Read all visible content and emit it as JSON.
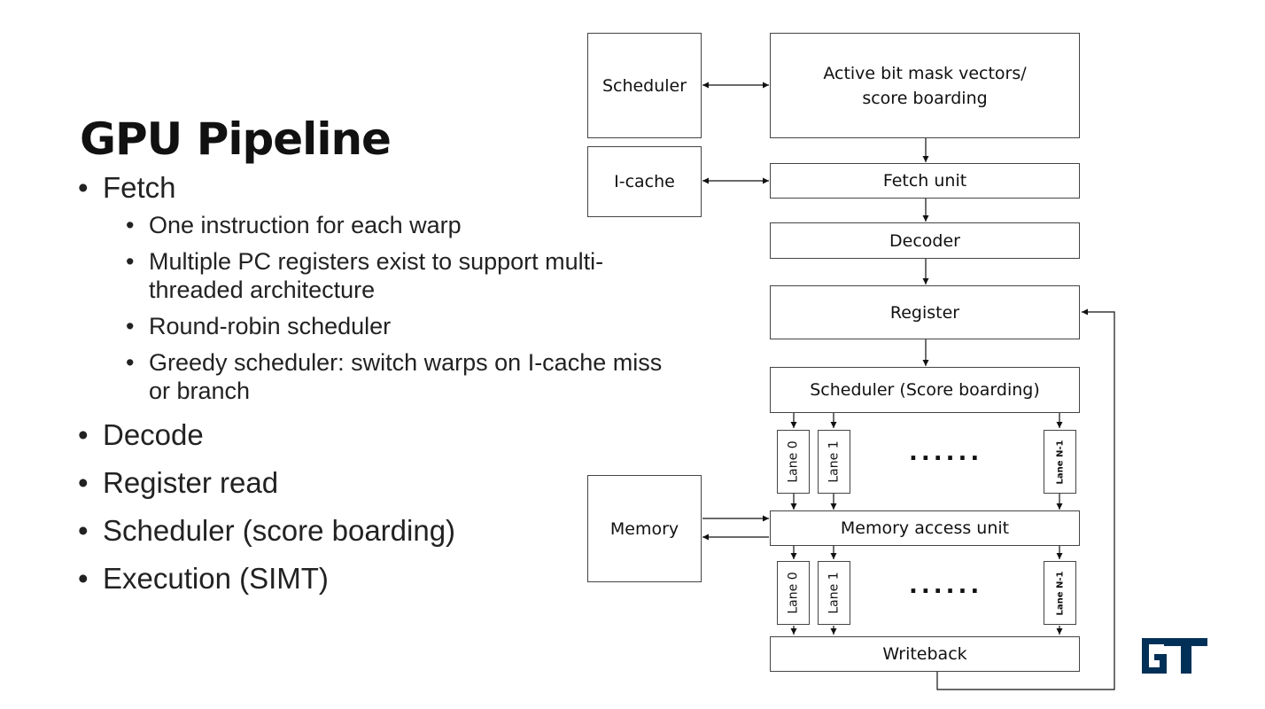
{
  "slide": {
    "title": "GPU Pipeline",
    "bullets": {
      "fetch": "Fetch",
      "fetch_sub": [
        "One instruction for each warp",
        "Multiple PC registers exist to support multi-threaded architecture",
        "Round-robin scheduler",
        "Greedy scheduler: switch warps on I-cache miss or branch"
      ],
      "decode": "Decode",
      "register_read": "Register read",
      "scheduler": "Scheduler (score boarding)",
      "execution": "Execution (SIMT)"
    }
  },
  "diagram": {
    "scheduler": "Scheduler",
    "active_mask": "Active bit mask vectors/ score boarding",
    "icache": "I-cache",
    "fetch_unit": "Fetch unit",
    "decoder": "Decoder",
    "register": "Register",
    "scheduler_sb": "Scheduler (Score boarding)",
    "lanes": [
      "Lane 0",
      "Lane 1",
      "Lane N-1"
    ],
    "ellipsis": "......",
    "memory": "Memory",
    "memory_access_unit": "Memory access unit",
    "writeback": "Writeback"
  },
  "logo": {
    "text": "GT",
    "color": "#003057"
  }
}
